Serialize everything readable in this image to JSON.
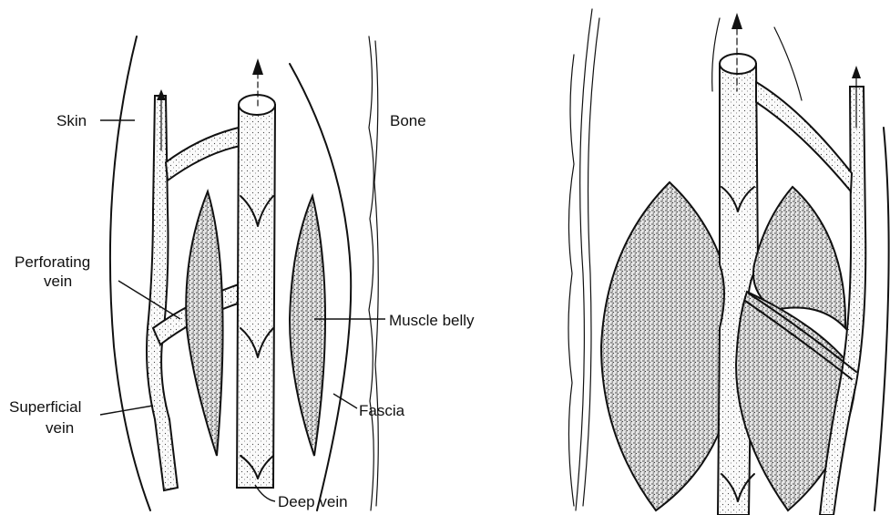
{
  "labels": {
    "skin": "Skin",
    "bone": "Bone",
    "perforating_vein_line1": "Perforating",
    "perforating_vein_line2": "vein",
    "muscle_belly": "Muscle belly",
    "superficial_vein_line1": "Superficial",
    "superficial_vein_line2": "vein",
    "fascia": "Fascia",
    "deep_vein": "Deep vein"
  },
  "colors": {
    "ink": "#111111",
    "background": "#ffffff"
  }
}
